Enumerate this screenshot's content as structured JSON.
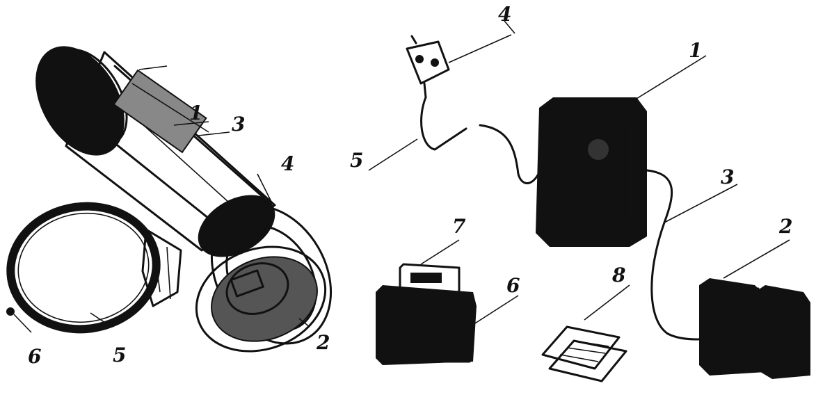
{
  "left_assembly": {
    "labels": [
      "1",
      "3",
      "4",
      "2",
      "5",
      "6"
    ]
  },
  "right_kit": {
    "labels": [
      "4",
      "5",
      "1",
      "3",
      "2",
      "7",
      "6",
      "8"
    ]
  },
  "colors": {
    "ink": "#111111",
    "paper": "#ffffff"
  }
}
